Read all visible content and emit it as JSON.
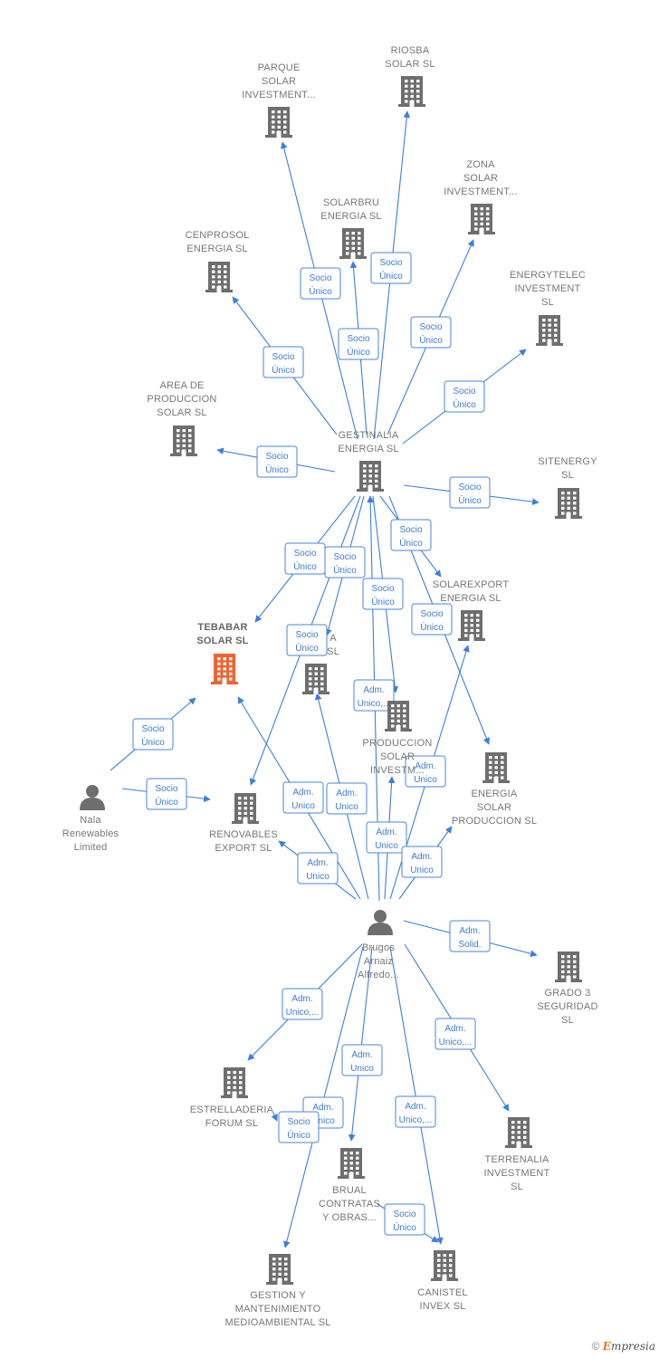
{
  "nodes": [
    {
      "id": "parque",
      "lines": [
        "PARQUE",
        "SOLAR",
        "INVESTMENT..."
      ],
      "kind": "company"
    },
    {
      "id": "riosba",
      "lines": [
        "RIOSBA",
        "SOLAR  SL"
      ],
      "kind": "company"
    },
    {
      "id": "zona",
      "lines": [
        "ZONA",
        "SOLAR",
        "INVESTMENT..."
      ],
      "kind": "company"
    },
    {
      "id": "solarbru",
      "lines": [
        "SOLARBRU",
        "ENERGIA  SL"
      ],
      "kind": "company"
    },
    {
      "id": "cenprosol",
      "lines": [
        "CENPROSOL",
        "ENERGIA  SL"
      ],
      "kind": "company"
    },
    {
      "id": "energytelec",
      "lines": [
        "ENERGYTELEC",
        "INVESTMENT",
        "SL"
      ],
      "kind": "company"
    },
    {
      "id": "area",
      "lines": [
        "AREA DE",
        "PRODUCCION",
        "SOLAR  SL"
      ],
      "kind": "company"
    },
    {
      "id": "gestinalia",
      "lines": [
        "GESTINALIA",
        "ENERGIA  SL"
      ],
      "kind": "company"
    },
    {
      "id": "sitenergy",
      "lines": [
        "SITENERGY",
        "SL"
      ],
      "kind": "company"
    },
    {
      "id": "solarexport",
      "lines": [
        "SOLAREXPORT",
        "ENERGIA  SL"
      ],
      "kind": "company"
    },
    {
      "id": "tebabar",
      "lines": [
        "TEBABAR",
        "SOLAR  SL"
      ],
      "kind": "focus"
    },
    {
      "id": "hidden_a",
      "lines": [
        "A",
        "SL"
      ],
      "kind": "company"
    },
    {
      "id": "produccion",
      "lines": [
        "PRODUCCION",
        "SOLAR",
        "INVESTM..."
      ],
      "kind": "company"
    },
    {
      "id": "energia_solar",
      "lines": [
        "ENERGIA",
        "SOLAR",
        "PRODUCCION SL"
      ],
      "kind": "company"
    },
    {
      "id": "nala",
      "lines": [
        "Nala",
        "Renewables",
        "Limited"
      ],
      "kind": "person"
    },
    {
      "id": "renovables",
      "lines": [
        "RENOVABLES",
        "EXPORT  SL"
      ],
      "kind": "company"
    },
    {
      "id": "brugos",
      "lines": [
        "Brugos",
        "Arnaiz",
        "Alfredo..."
      ],
      "kind": "person"
    },
    {
      "id": "grado3",
      "lines": [
        "GRADO 3",
        "SEGURIDAD",
        "SL"
      ],
      "kind": "company"
    },
    {
      "id": "estrelladeria",
      "lines": [
        "ESTRELLADERIA",
        "FORUM  SL"
      ],
      "kind": "company"
    },
    {
      "id": "terrenalia",
      "lines": [
        "TERRENALIA",
        "INVESTMENT",
        "SL"
      ],
      "kind": "company"
    },
    {
      "id": "brual",
      "lines": [
        "BRUAL",
        "CONTRATAS",
        "Y OBRAS..."
      ],
      "kind": "company"
    },
    {
      "id": "gestion",
      "lines": [
        "GESTION Y",
        "MANTENIMIENTO",
        "MEDIOAMBIENTAL SL"
      ],
      "kind": "company"
    },
    {
      "id": "canistel",
      "lines": [
        "CANISTEL",
        "INVEX  SL"
      ],
      "kind": "company"
    }
  ],
  "edges": [
    {
      "from": "gestinalia",
      "to": "parque",
      "label": [
        "Socio",
        "Único"
      ]
    },
    {
      "from": "gestinalia",
      "to": "riosba",
      "label": [
        "Socio",
        "Único"
      ]
    },
    {
      "from": "gestinalia",
      "to": "zona",
      "label": [
        "Socio",
        "Único"
      ]
    },
    {
      "from": "gestinalia",
      "to": "solarbru",
      "label": [
        "Socio",
        "Único"
      ]
    },
    {
      "from": "gestinalia",
      "to": "cenprosol",
      "label": [
        "Socio",
        "Único"
      ]
    },
    {
      "from": "gestinalia",
      "to": "energytelec",
      "label": [
        "Socio",
        "Único"
      ]
    },
    {
      "from": "gestinalia",
      "to": "area",
      "label": [
        "Socio",
        "Único"
      ]
    },
    {
      "from": "gestinalia",
      "to": "sitenergy",
      "label": [
        "Socio",
        "Único"
      ]
    },
    {
      "from": "gestinalia",
      "to": "solarexport",
      "label": [
        "Socio",
        "Único"
      ]
    },
    {
      "from": "gestinalia",
      "to": "tebabar",
      "label": [
        "Socio",
        "Único"
      ]
    },
    {
      "from": "gestinalia",
      "to": "hidden_a",
      "label": [
        "Socio",
        "Único"
      ]
    },
    {
      "from": "gestinalia",
      "to": "produccion",
      "label": [
        "Socio",
        "Único"
      ]
    },
    {
      "from": "gestinalia",
      "to": "energia_solar",
      "label": [
        "Socio",
        "Único"
      ]
    },
    {
      "from": "gestinalia",
      "to": "renovables",
      "label": [
        "Socio",
        "Único"
      ]
    },
    {
      "from": "nala",
      "to": "tebabar",
      "label": [
        "Socio",
        "Único"
      ]
    },
    {
      "from": "nala",
      "to": "renovables",
      "label": [
        "Socio",
        "Único"
      ]
    },
    {
      "from": "brugos",
      "to": "gestinalia",
      "label": [
        "Adm.",
        "Unico,..."
      ]
    },
    {
      "from": "brugos",
      "to": "tebabar",
      "label": [
        "Adm.",
        "Unico"
      ]
    },
    {
      "from": "brugos",
      "to": "hidden_a",
      "label": [
        "Adm.",
        "Unico"
      ]
    },
    {
      "from": "brugos",
      "to": "produccion",
      "label": [
        "Adm.",
        "Unico"
      ]
    },
    {
      "from": "brugos",
      "to": "solarexport",
      "label": [
        "Adm.",
        "Unico"
      ]
    },
    {
      "from": "brugos",
      "to": "energia_solar",
      "label": [
        "Adm.",
        "Unico"
      ]
    },
    {
      "from": "brugos",
      "to": "renovables",
      "label": [
        "Adm.",
        "Unico"
      ]
    },
    {
      "from": "brugos",
      "to": "grado3",
      "label": [
        "Adm.",
        "Solid."
      ]
    },
    {
      "from": "brugos",
      "to": "estrelladeria",
      "label": [
        "Adm.",
        "Unico,..."
      ]
    },
    {
      "from": "brugos",
      "to": "terrenalia",
      "label": [
        "Adm.",
        "Unico,..."
      ]
    },
    {
      "from": "brugos",
      "to": "brual",
      "label": [
        "Adm.",
        "Unico"
      ]
    },
    {
      "from": "brugos",
      "to": "gestion",
      "label": [
        "Adm.",
        "Unico"
      ]
    },
    {
      "from": "brugos",
      "to": "canistel",
      "label": [
        "Adm.",
        "Unico,..."
      ]
    },
    {
      "from": "brual",
      "to": "canistel",
      "label": [
        "Socio",
        "Único"
      ]
    },
    {
      "from": "estrelladeria",
      "to": "gestion",
      "label": [
        "Socio",
        "Único"
      ]
    }
  ],
  "colors": {
    "edge": "#3d7fd9",
    "node": "#6e6e6e",
    "focus": "#f0622e",
    "label_text": "#3b7bd4"
  },
  "footer": {
    "symbol": "©",
    "brand_first": "E",
    "brand_rest": "mpresia"
  }
}
